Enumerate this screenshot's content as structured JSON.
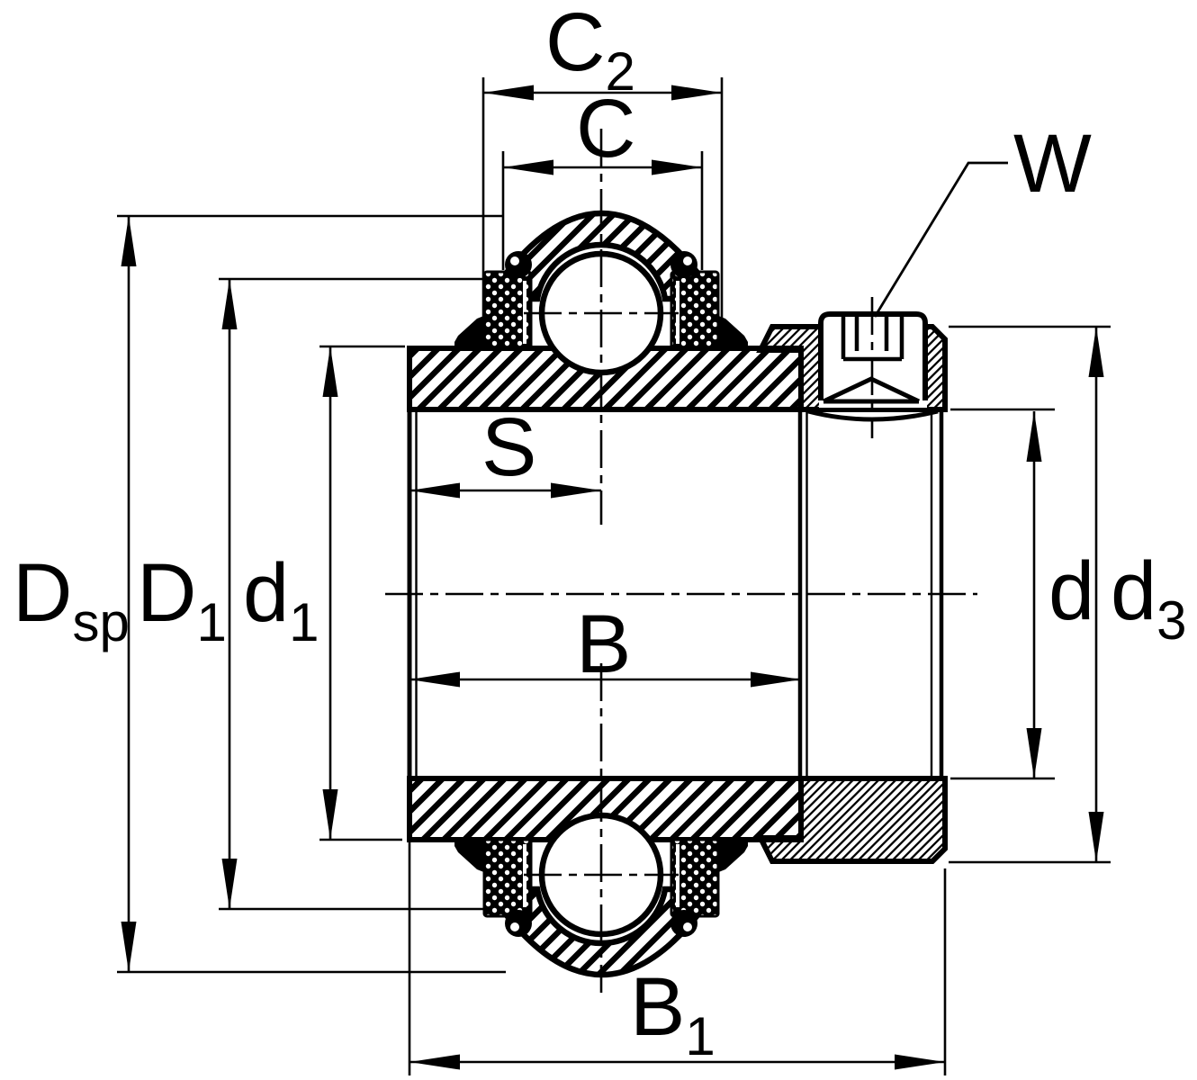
{
  "dimension_labels": {
    "c2": {
      "main": "C",
      "sub": "2"
    },
    "c": {
      "main": "C",
      "sub": ""
    },
    "w": {
      "main": "W",
      "sub": ""
    },
    "s": {
      "main": "S",
      "sub": ""
    },
    "b": {
      "main": "B",
      "sub": ""
    },
    "b1": {
      "main": "B",
      "sub": "1"
    },
    "dsp": {
      "main": "D",
      "sub": "sp"
    },
    "d1cap": {
      "main": "D",
      "sub": "1"
    },
    "d1low": {
      "main": "d",
      "sub": "1"
    },
    "d": {
      "main": "d",
      "sub": ""
    },
    "d3": {
      "main": "d",
      "sub": "3"
    }
  },
  "colors": {
    "ink": "#000000",
    "paper": "#ffffff"
  }
}
